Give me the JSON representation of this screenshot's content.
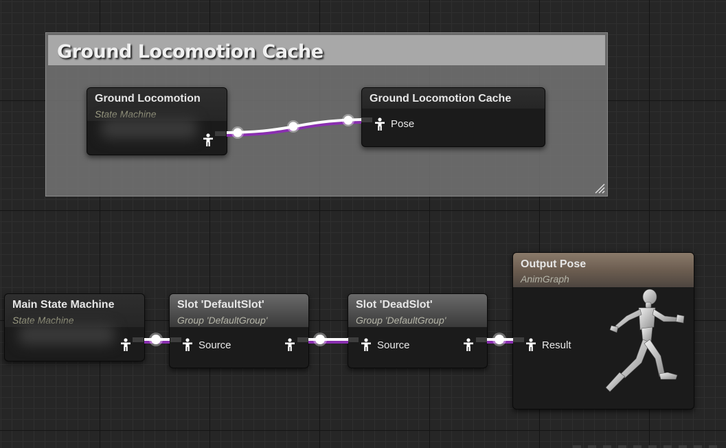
{
  "comment": {
    "title": "Ground Locomotion Cache"
  },
  "nodes": {
    "ground_locomotion": {
      "title": "Ground Locomotion",
      "subtitle": "State Machine"
    },
    "ground_locomotion_cache": {
      "title": "Ground Locomotion Cache",
      "pin_label": "Pose"
    },
    "main_state_machine": {
      "title": "Main State Machine",
      "subtitle": "State Machine"
    },
    "slot_default": {
      "title": "Slot 'DefaultSlot'",
      "subtitle": "Group 'DefaultGroup'",
      "pin_label": "Source"
    },
    "slot_dead": {
      "title": "Slot 'DeadSlot'",
      "subtitle": "Group 'DefaultGroup'",
      "pin_label": "Source"
    },
    "output_pose": {
      "title": "Output Pose",
      "subtitle": "AnimGraph",
      "pin_label": "Result"
    }
  },
  "icons": [
    "pose-pin-icon",
    "resize-grip-icon",
    "mannequin-preview-icon"
  ],
  "colors": {
    "wire": "#ffffff",
    "wire_shadow": "#8a2fb0",
    "comment_header": "#a8a8a8",
    "output_header": "#7a6a5c"
  }
}
